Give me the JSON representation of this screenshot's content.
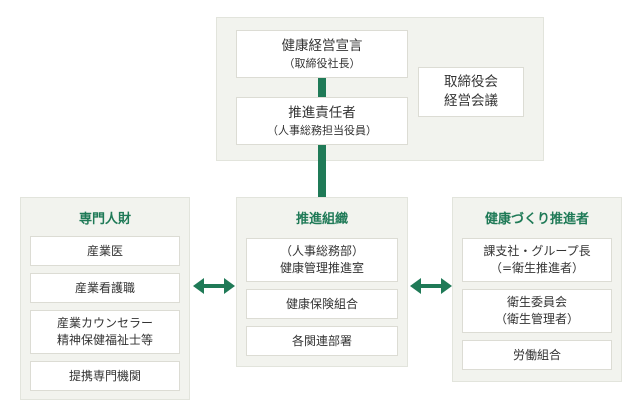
{
  "colors": {
    "accent": "#1f7a57",
    "panel_bg": "#f2f3ee",
    "box_bg": "#ffffff"
  },
  "top": {
    "declaration": {
      "line1": "健康経営宣言",
      "line2": "（取締役社長）"
    },
    "promoter": {
      "line1": "推進責任者",
      "line2": "（人事総務担当役員）"
    },
    "board": {
      "line1": "取締役会",
      "line2": "経営会議"
    }
  },
  "experts": {
    "title": "専門人財",
    "items": [
      {
        "lines": [
          "産業医"
        ]
      },
      {
        "lines": [
          "産業看護職"
        ]
      },
      {
        "lines": [
          "産業カウンセラー",
          "精神保健福祉士等"
        ]
      },
      {
        "lines": [
          "提携専門機関"
        ]
      }
    ]
  },
  "organization": {
    "title": "推進組織",
    "items": [
      {
        "lines": [
          "（人事総務部）",
          "健康管理推進室"
        ]
      },
      {
        "lines": [
          "健康保険組合"
        ]
      },
      {
        "lines": [
          "各関連部署"
        ]
      }
    ]
  },
  "promoters": {
    "title": "健康づくり推進者",
    "items": [
      {
        "lines": [
          "課支社・グループ長",
          "（=衛生推進者）"
        ]
      },
      {
        "lines": [
          "衛生委員会",
          "（衛生管理者）"
        ]
      },
      {
        "lines": [
          "労働組合"
        ]
      }
    ]
  },
  "arrows": [
    {
      "name": "experts-organization-arrow",
      "icon": "double-arrow-icon"
    },
    {
      "name": "organization-promoters-arrow",
      "icon": "double-arrow-icon"
    }
  ]
}
